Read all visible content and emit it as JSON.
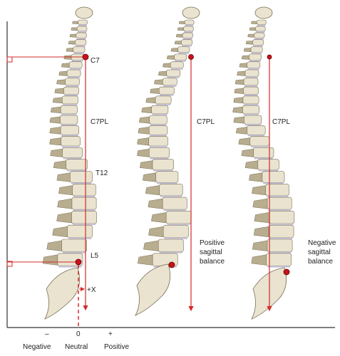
{
  "colors": {
    "bone": "#e9e3cf",
    "bone_shadow": "#b8ad8f",
    "bone_outline": "#7a6f55",
    "disc": "#c9c5dc",
    "plumb_line": "#d42a2a",
    "marker": "#c8121a",
    "axis": "#333333"
  },
  "spines": [
    {
      "labels": {
        "c7": "C7",
        "plumb": "C7PL",
        "t12": "T12",
        "l5": "L5"
      }
    },
    {
      "labels": {
        "plumb": "C7PL",
        "balance": [
          "Positive",
          "sagittal",
          "balance"
        ]
      }
    },
    {
      "labels": {
        "plumb": "C7PL",
        "balance": [
          "Negative",
          "sagittal",
          "balance"
        ]
      }
    }
  ],
  "axis": {
    "ticks": [
      {
        "symbol": "–",
        "label": "Negative"
      },
      {
        "symbol": "0",
        "label": "Neutral"
      },
      {
        "symbol": "+",
        "label": "Positive"
      }
    ],
    "offset_label": "+X"
  }
}
